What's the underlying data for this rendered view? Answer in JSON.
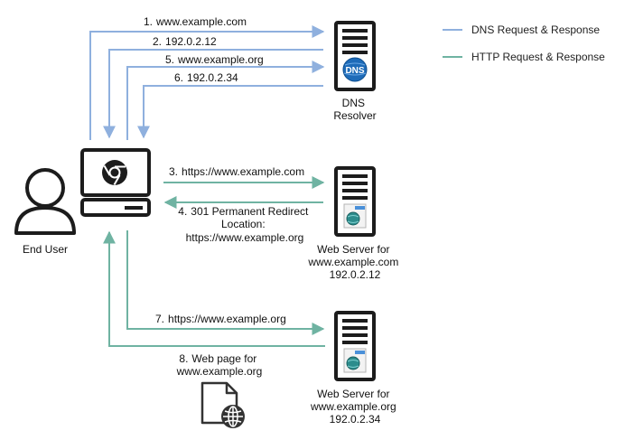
{
  "colors": {
    "dns_line": "#8fb0de",
    "http_line": "#6fb3a2",
    "step_number": "#a078c0",
    "icon_dark": "#1c1c1c"
  },
  "legend": {
    "dns": "DNS Request & Response",
    "http": "HTTP Request & Response"
  },
  "nodes": {
    "user": "End User",
    "dns_resolver": [
      "DNS",
      "Resolver"
    ],
    "dns_badge": "DNS",
    "server_com": [
      "Web Server for",
      "www.example.com",
      "192.0.2.12"
    ],
    "server_org": [
      "Web Server for",
      "www.example.org",
      "192.0.2.34"
    ]
  },
  "steps": [
    {
      "num": "1.",
      "lines": [
        "www.example.com"
      ]
    },
    {
      "num": "2.",
      "lines": [
        "192.0.2.12"
      ]
    },
    {
      "num": "5.",
      "lines": [
        "www.example.org"
      ]
    },
    {
      "num": "6.",
      "lines": [
        "192.0.2.34"
      ]
    },
    {
      "num": "3.",
      "lines": [
        "https://www.example.com"
      ]
    },
    {
      "num": "4.",
      "lines": [
        "301 Permanent Redirect",
        "Location:",
        "https://www.example.org"
      ]
    },
    {
      "num": "7.",
      "lines": [
        "https://www.example.org"
      ]
    },
    {
      "num": "8.",
      "lines": [
        "Web page for",
        "www.example.org"
      ]
    }
  ],
  "icons": {
    "user": "user-icon",
    "computer": "computer-chrome-icon",
    "dns_server": "dns-server-icon",
    "web_server": "web-server-icon",
    "document": "web-document-icon"
  }
}
